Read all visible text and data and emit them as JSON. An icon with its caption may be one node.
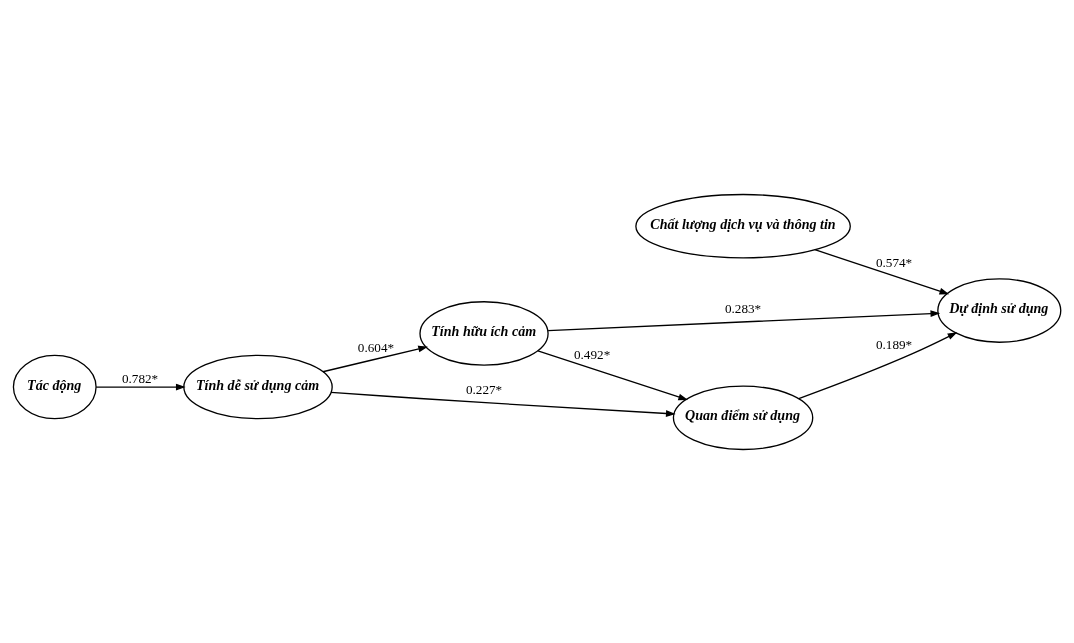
{
  "diagram": {
    "nodes": [
      {
        "text": [
          "Tính hữu ích cảm"
        ]
      },
      {
        "text": [
          "Tác động"
        ]
      },
      {
        "text": [
          "Tính dễ sử dụng cảm"
        ]
      },
      {
        "text": [
          "Quan điểm sử dụng"
        ]
      },
      {
        "text": [
          "Dự định sử dụng"
        ]
      },
      {
        "text": [
          "Chất lượng dịch vụ và thông tin"
        ]
      }
    ],
    "edges": [
      {
        "from": 1,
        "to": 2,
        "arrow": "to",
        "label": "0.782*"
      },
      {
        "from": 2,
        "to": 0,
        "arrow": "to",
        "label": "0.604*"
      },
      {
        "from": 2,
        "to": 3,
        "arrow": "to",
        "label": "0.227*"
      },
      {
        "from": 0,
        "to": 3,
        "arrow": "to",
        "label": "0.492*"
      },
      {
        "from": 0,
        "to": 4,
        "arrow": "to",
        "label": "0.283*"
      },
      {
        "from": 3,
        "to": 4,
        "arrow": "to",
        "label": "0.189*"
      },
      {
        "from": 5,
        "to": 4,
        "arrow": "to",
        "label": "0.574*"
      }
    ]
  }
}
